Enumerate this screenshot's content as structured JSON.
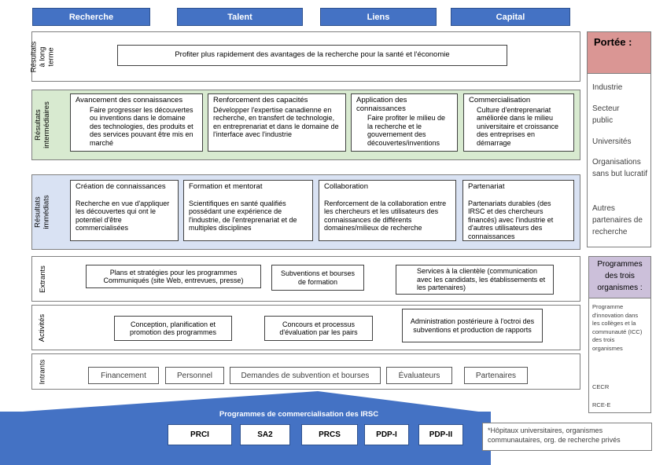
{
  "tabs": [
    "Recherche",
    "Talent",
    "Liens",
    "Capital"
  ],
  "bands": {
    "long_term": {
      "label": "Résultats à long terme",
      "box": "Profiter plus rapidement des avantages de la recherche pour la santé et l'économie"
    },
    "intermediate": {
      "label": "Résultats intermédiaires",
      "boxes": [
        {
          "title": "Avancement des connaissances",
          "body": "Faire progresser les découvertes ou inventions dans le domaine des technologies, des produits et des services pouvant être mis en marché"
        },
        {
          "title": "Renforcement des capacités",
          "body": "Développer l'expertise canadienne en recherche, en transfert de technologie, en entreprenariat et dans le domaine de l'interface avec l'industrie"
        },
        {
          "title": "Application des connaissances",
          "body": "Faire profiter le milieu de la recherche et le gouvernement des découvertes/inventions"
        },
        {
          "title": "Commercialisation",
          "body": "Culture d'entreprenariat améliorée dans le milieu universitaire et croissance des entreprises en démarrage"
        }
      ]
    },
    "immediate": {
      "label": "Résultats immédiats",
      "boxes": [
        {
          "title": "Création de connaissances",
          "body": "Recherche en vue d'appliquer les découvertes qui ont le potentiel d'être commercialisées"
        },
        {
          "title": "Formation et mentorat",
          "body": "Scientifiques en santé qualifiés possédant une expérience de l'industrie, de l'entreprenariat et de multiples disciplines"
        },
        {
          "title": "Collaboration",
          "body": "Renforcement de la collaboration entre les chercheurs et les utilisateurs des connaissances de différents domaines/milieux de recherche"
        },
        {
          "title": "Partenariat",
          "body": "Partenariats durables (des IRSC et des chercheurs financés) avec l'industrie et d'autres utilisateurs des connaissances"
        }
      ]
    },
    "outputs": {
      "label": "Extrants",
      "boxes": [
        "Plans et stratégies pour les programmes Communiqués (site Web, entrevues, presse)",
        "Subventions et bourses de formation",
        "Services à la clientèle (communication avec les candidats, les établissements et les partenaires)"
      ]
    },
    "activities": {
      "label": "Activités",
      "boxes": [
        "Conception, planification et promotion des programmes",
        "Concours et processus d'évaluation par les pairs",
        "Administration postérieure à l'octroi des subventions et production de rapports"
      ]
    },
    "inputs": {
      "label": "Intrants",
      "boxes": [
        "Financement",
        "Personnel",
        "Demandes de subvention et bourses",
        "Évaluateurs",
        "Partenaires"
      ]
    }
  },
  "side": {
    "portee_title": "Portée :",
    "portee_items": [
      "Industrie",
      "Secteur public",
      "Universités",
      "Organisations sans but lucratif",
      "Autres partenaires de recherche"
    ],
    "programmes_title": "Programmes des trois organismes :",
    "programmes_items": [
      "Programme d'innovation dans les collèges et la communauté (ICC) des trois organismes",
      "CECR",
      "RCE-E"
    ]
  },
  "base": {
    "title": "Programmes de commercialisation des IRSC",
    "programs": [
      "PRCI",
      "SA2",
      "PRCS",
      "PDP-I",
      "PDP-II"
    ],
    "footnote": "*Hôpitaux universitaires, organismes communautaires, org. de recherche privés"
  },
  "colors": {
    "tab_blue": "#4472c4",
    "intermediate_green": "#d8ead0",
    "immediate_blue": "#d9e2f3",
    "portee_red": "#da9694",
    "programmes_purple": "#ccc0da"
  }
}
